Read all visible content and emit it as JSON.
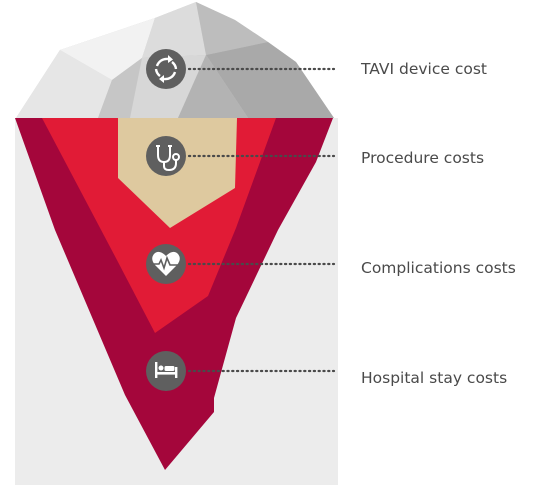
{
  "layers": [
    {
      "label": "TAVI device cost",
      "icon": "cycle-arrows-icon"
    },
    {
      "label": "Procedure costs",
      "icon": "stethoscope-icon"
    },
    {
      "label": "Complications costs",
      "icon": "heart-pulse-icon"
    },
    {
      "label": "Hospital stay costs",
      "icon": "hospital-bed-icon"
    }
  ],
  "colors": {
    "water": "#ececec",
    "outer": "#a4063b",
    "middle": "#e11b36",
    "inner": "#dec99f",
    "icon_bg": "#5f5f5f",
    "dots": "#4a4a4a",
    "text": "#4a4a4a"
  }
}
